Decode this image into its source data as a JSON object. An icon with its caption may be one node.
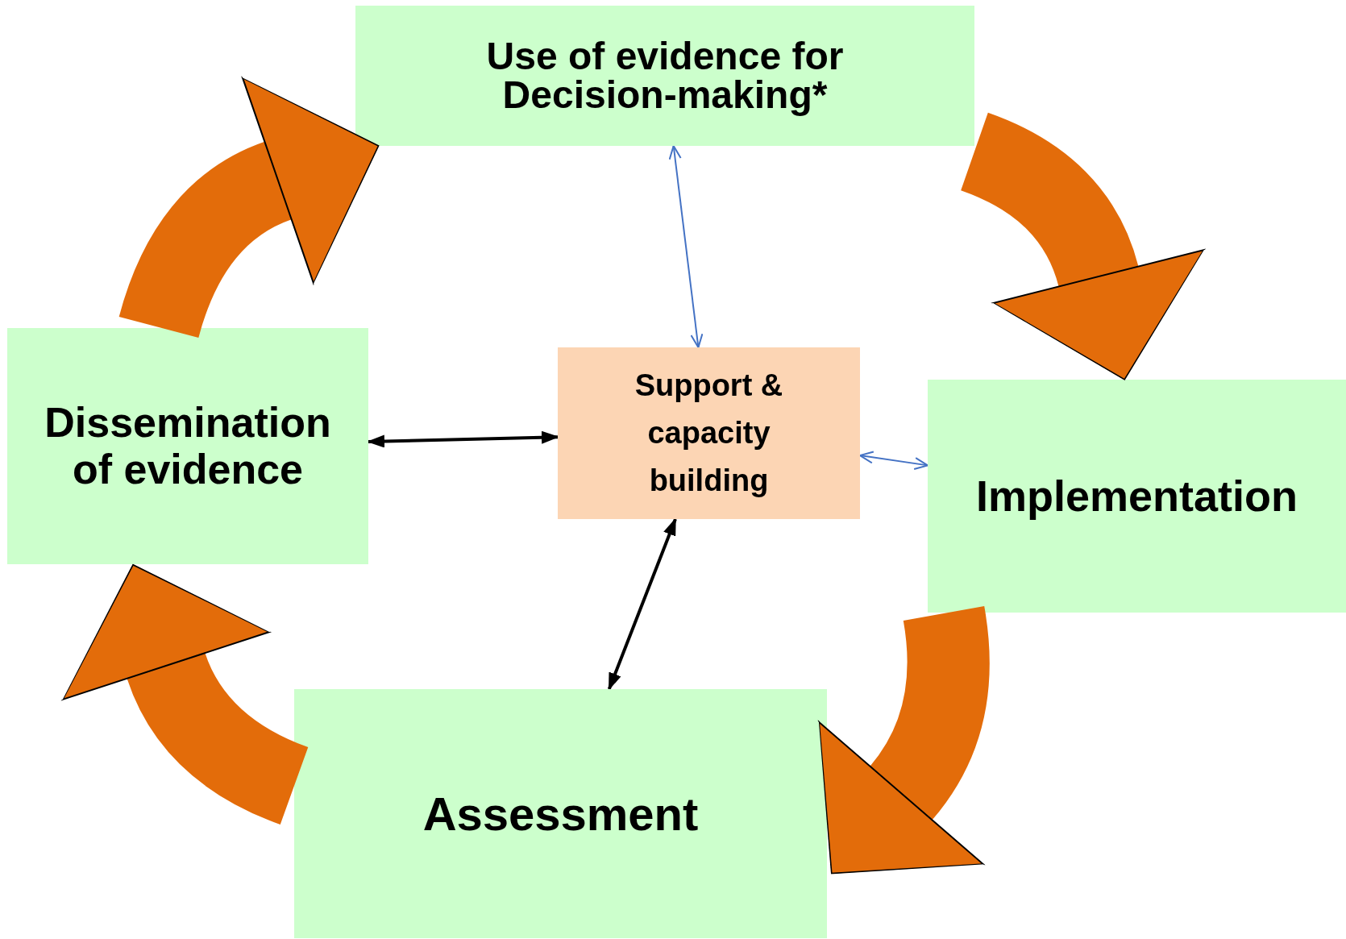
{
  "diagram": {
    "nodes": [
      {
        "text": [
          "Use of evidence for Decision-making*"
        ]
      },
      {
        "text": [
          "Dissemination of evidence"
        ]
      },
      {
        "text": [
          "Support & capacity building"
        ]
      },
      {
        "text": [
          "Implementation"
        ]
      },
      {
        "text": [
          "Assessment"
        ]
      }
    ],
    "edges": [
      {
        "from": 1,
        "to": 0,
        "arrow": "to",
        "style": "thick",
        "color": "#e36c0a"
      },
      {
        "from": 0,
        "to": 3,
        "arrow": "to",
        "style": "thick",
        "color": "#e36c0a"
      },
      {
        "from": 3,
        "to": 4,
        "arrow": "to",
        "style": "thick",
        "color": "#e36c0a"
      },
      {
        "from": 4,
        "to": 1,
        "arrow": "to",
        "style": "thick",
        "color": "#e36c0a"
      },
      {
        "from": 0,
        "to": 2,
        "arrow": "both",
        "color": "#4472c4"
      },
      {
        "from": 1,
        "to": 2,
        "arrow": "both",
        "color": "#000000"
      },
      {
        "from": 2,
        "to": 3,
        "arrow": "both",
        "color": "#4472c4"
      },
      {
        "from": 2,
        "to": 4,
        "arrow": "both",
        "color": "#000000"
      }
    ]
  }
}
